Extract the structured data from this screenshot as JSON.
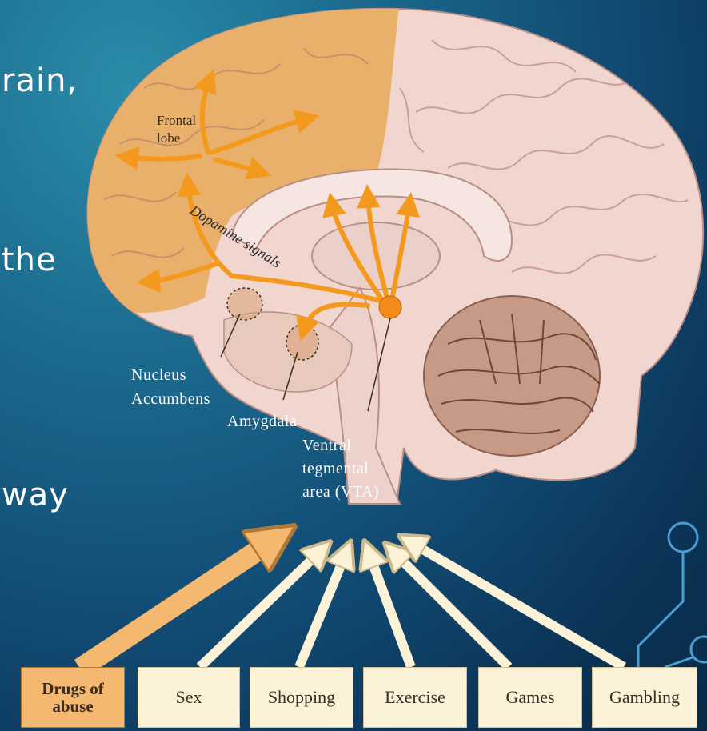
{
  "slide": {
    "bullet_fragments": [
      "rain,",
      "the",
      "way"
    ]
  },
  "diagram": {
    "labels": {
      "frontal_lobe": [
        "Frontal",
        "lobe"
      ],
      "dopamine_signals": "Dopamine signals",
      "nucleus_accumbens": [
        "Nucleus",
        "Accumbens"
      ],
      "amygdala": "Amygdala",
      "vta": [
        "Ventral",
        "tegmental",
        "area (VTA)"
      ]
    }
  },
  "stimuli": [
    {
      "label_lines": [
        "Drugs of",
        "abuse"
      ],
      "highlighted": true
    },
    {
      "label_lines": [
        "Sex"
      ],
      "highlighted": false
    },
    {
      "label_lines": [
        "Shopping"
      ],
      "highlighted": false
    },
    {
      "label_lines": [
        "Exercise"
      ],
      "highlighted": false
    },
    {
      "label_lines": [
        "Games"
      ],
      "highlighted": false
    },
    {
      "label_lines": [
        "Gambling"
      ],
      "highlighted": false
    }
  ],
  "colors": {
    "background": "#124c74",
    "frontal_lobe": "#e9b06b",
    "brain_tissue": "#f0d6cf",
    "dopamine_pathway": "#f39a1e",
    "stimulus_box": "#fbf2d8",
    "drug_box": "#f4b870"
  }
}
